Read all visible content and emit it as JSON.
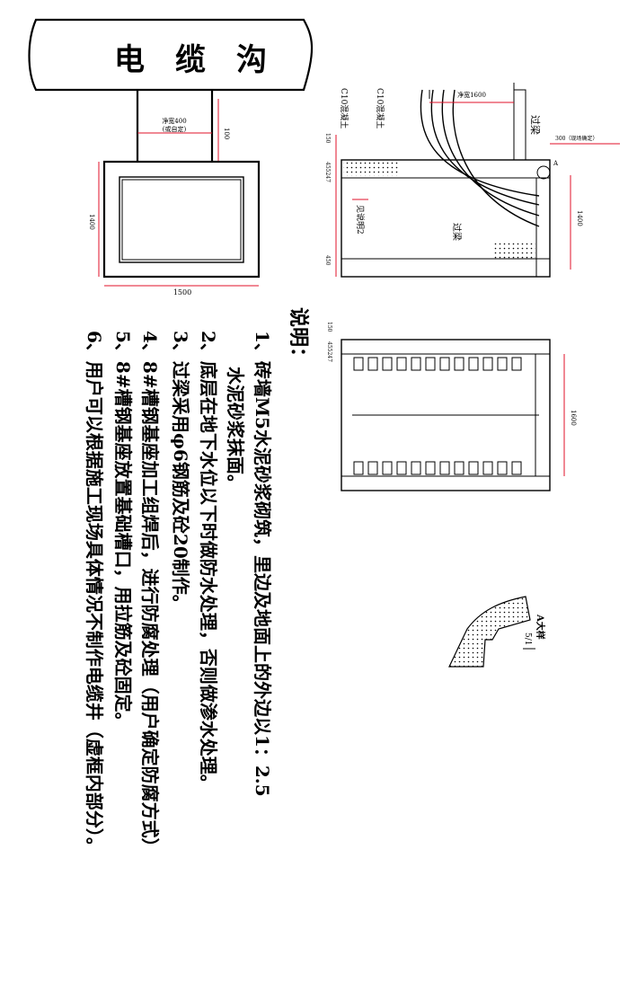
{
  "diagram": {
    "cable_trench_label": "电　缆　沟",
    "dims": {
      "clear_400": "净宽400",
      "self_set": "(或自定)",
      "depth_100": "100",
      "h_1400": "1400",
      "w_1500": "1500",
      "w_1600_top": "净宽1600",
      "beam_300": "300（现场确定）",
      "h_1400_right": "1400",
      "w_1600_bottom": "1600",
      "d_150": "150",
      "d_455247": "455247",
      "d_450": "450",
      "d_150b": "150",
      "d_455247b": "455247"
    },
    "labels": {
      "c10_a": "C10混凝土",
      "c10_b": "C10混凝土",
      "beam_a": "过梁",
      "beam_b": "过梁",
      "see_note2": "见说明2",
      "mark_a": "A",
      "detail_title": "A大样",
      "detail_scale": "5/1"
    }
  },
  "notes": {
    "heading": "说明：",
    "items": [
      "1、砖墙M5水泥砂浆砌筑，里边及地面上的外边以1：2.5",
      "　　水泥砂浆抹面。",
      "2、底层在地下水位以下时做防水处理，否则做渗水处理。",
      "3、过梁采用φ6钢筋及砼20制作。",
      "4、8#槽钢基座加工组焊后，进行防腐处理（用户确定防腐方式）",
      "5、8#槽钢基座放置基础槽口，用拉筋及砼固定。",
      "6、用户可以根据施工现场具体情况不制作电缆井（虚框内部分）。"
    ]
  }
}
